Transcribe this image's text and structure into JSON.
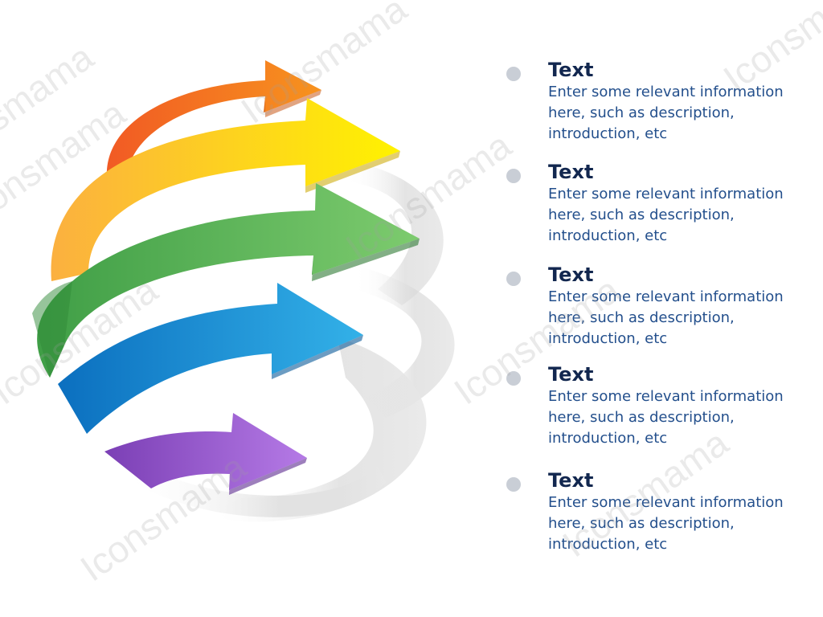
{
  "watermark": "Iconsmama",
  "colors": {
    "title": "#12274f",
    "description": "#234f8c",
    "bullet": "#c9ced6",
    "orange": "#f47a22",
    "yellow": "#fde427",
    "green": "#5cb85c",
    "blue": "#2196d8",
    "purple": "#9b5fd6",
    "shadow": "#e6e6e6"
  },
  "arrows": [
    {
      "name": "orange",
      "color_from": "#f15a24",
      "color_to": "#f7931e"
    },
    {
      "name": "yellow",
      "color_from": "#fbb040",
      "color_to": "#fff200"
    },
    {
      "name": "green",
      "color_from": "#3f9e46",
      "color_to": "#7dcb6e"
    },
    {
      "name": "blue",
      "color_from": "#0b6fbf",
      "color_to": "#33b1e8"
    },
    {
      "name": "purple",
      "color_from": "#7b3fb5",
      "color_to": "#b57ae6"
    }
  ],
  "items": [
    {
      "title": "Text",
      "description": "Enter some relevant information here, such as description, introduction, etc"
    },
    {
      "title": "Text",
      "description": "Enter some relevant information here, such as description, introduction, etc"
    },
    {
      "title": "Text",
      "description": "Enter some relevant information here, such as description, introduction, etc"
    },
    {
      "title": "Text",
      "description": "Enter some relevant information here, such as description, introduction, etc"
    },
    {
      "title": "Text",
      "description": "Enter some relevant information here, such as description, introduction, etc"
    }
  ]
}
